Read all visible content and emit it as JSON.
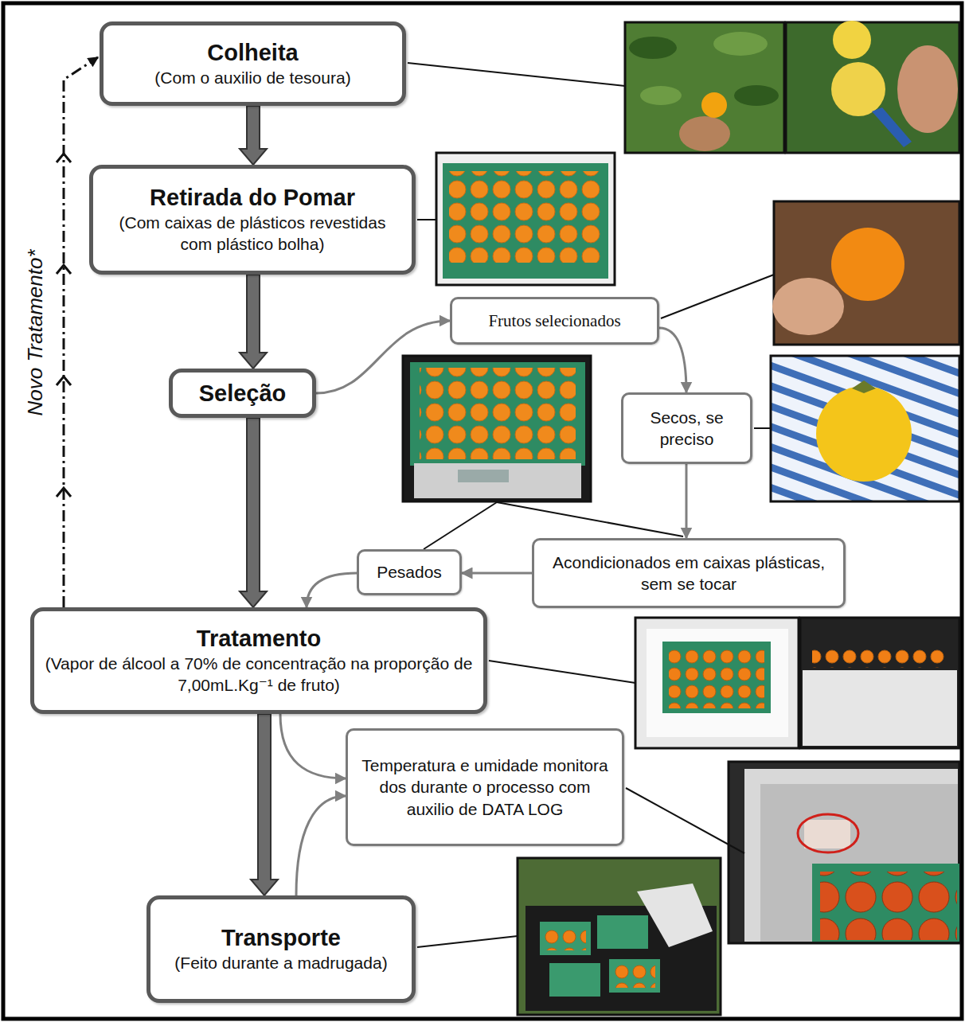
{
  "diagram": {
    "nodes": [
      {
        "text": [
          "Colheita",
          "(Com o auxilio de tesoura)"
        ]
      },
      {
        "text": [
          "Retirada do Pomar",
          "(Com caixas de plásticos revestidas com plástico bolha)"
        ]
      },
      {
        "text": [
          "Frutos selecionados"
        ]
      },
      {
        "text": [
          "Seleção"
        ]
      },
      {
        "text": [
          "Secos, se preciso"
        ]
      },
      {
        "text": [
          "Pesados"
        ]
      },
      {
        "text": [
          "Acondicionados em caixas plásticas, sem se tocar"
        ]
      },
      {
        "text": [
          "Tratamento",
          "(Vapor de álcool a 70% de concentração na proporção de 7,00mL.Kg⁻¹ de fruto)"
        ]
      },
      {
        "text": [
          "Temperatura e umidade monitora dos durante o processo com auxilio de DATA LOG"
        ]
      },
      {
        "text": [
          "Transporte",
          "(Feito durante a madrugada)"
        ]
      }
    ],
    "edges": [
      {
        "from": 0,
        "to": 1,
        "arrow": "to"
      },
      {
        "from": 1,
        "to": 3,
        "arrow": "to"
      },
      {
        "from": 3,
        "to": 7,
        "arrow": "to"
      },
      {
        "from": 7,
        "to": 9,
        "arrow": "to"
      },
      {
        "from": 3,
        "to": 2,
        "arrow": "to"
      },
      {
        "from": 2,
        "to": 4,
        "arrow": "to"
      },
      {
        "from": 4,
        "to": 6,
        "arrow": "to"
      },
      {
        "from": 6,
        "to": 5,
        "arrow": "to"
      },
      {
        "from": 5,
        "to": 7,
        "arrow": "to"
      },
      {
        "from": 7,
        "to": 8,
        "arrow": "to"
      },
      {
        "from": 9,
        "to": 8,
        "arrow": "to"
      },
      {
        "from": 7,
        "to": 0,
        "label": "Novo Tratamento*",
        "arrow": "to"
      }
    ]
  }
}
